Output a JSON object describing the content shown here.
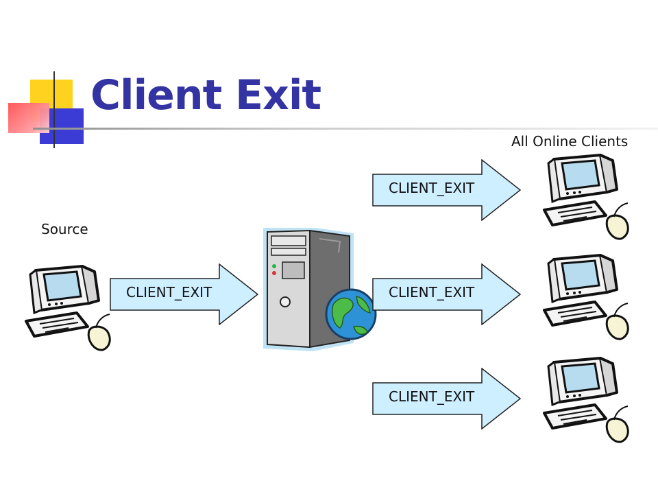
{
  "slide": {
    "title": "Client Exit"
  },
  "labels": {
    "source": "Source",
    "all_online_clients": "All Online Clients"
  },
  "messages": {
    "source_to_server": "CLIENT_EXIT",
    "server_to_client_1": "CLIENT_EXIT",
    "server_to_client_2": "CLIENT_EXIT",
    "server_to_client_3": "CLIENT_EXIT"
  },
  "colors": {
    "title": "#3333a3",
    "arrow_fill": "#cdefff",
    "server_body": "#8a8a8a",
    "monitor_screen": "#b7dcf0"
  },
  "icons": {
    "source": "desktop-computer-icon",
    "server": "web-server-icon",
    "clients": [
      "desktop-computer-icon",
      "desktop-computer-icon",
      "desktop-computer-icon"
    ]
  }
}
